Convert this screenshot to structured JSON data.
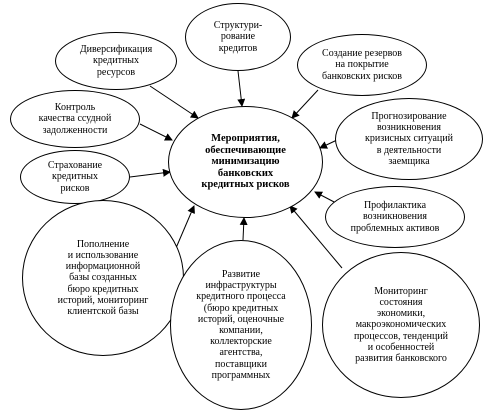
{
  "diagram": {
    "center": {
      "text": "Мероприятия,\nобеспечивающие\nминимизацию\nбанковских\nкредитных рисков"
    },
    "nodes": [
      {
        "id": "struct",
        "text": "Структури-\nрование\nкредитов"
      },
      {
        "id": "divers",
        "text": "Диверсификация\nкредитных\nресурсов"
      },
      {
        "id": "reserves",
        "text": "Создание резервов\nна покрытие\nбанковских рисков"
      },
      {
        "id": "control",
        "text": "Контроль\nкачества ссудной\nзадолженности"
      },
      {
        "id": "forecast",
        "text": "Прогнозирование\nвозникновения\nкризисных ситуаций\nв деятельности\nзаемщика"
      },
      {
        "id": "insure",
        "text": "Страхование\nкредитных\nрисков"
      },
      {
        "id": "prevent",
        "text": "Профилактика\nвозникновения\nпроблемных активов"
      },
      {
        "id": "replen",
        "text": "Пополнение\nи использование\nинформационной\nбазы созданных\nбюро кредитных\nисторий, мониторинг\nклиентской базы"
      },
      {
        "id": "infra",
        "text": "Развитие\nинфраструктуры\nкредитного процесса\n(бюро кредитных\nисторий, оценочные\nкомпании,\nколлекторские\nагентства,\nпоставщики\nпрограммных"
      },
      {
        "id": "monitor",
        "text": "Мониторинг\nсостояния\nэкономики,\nмакроэкономических\nпроцессов, тенденций\nи особенностей\nразвития банковского"
      }
    ],
    "colors": {
      "stroke": "#000000",
      "fill": "#ffffff"
    }
  }
}
